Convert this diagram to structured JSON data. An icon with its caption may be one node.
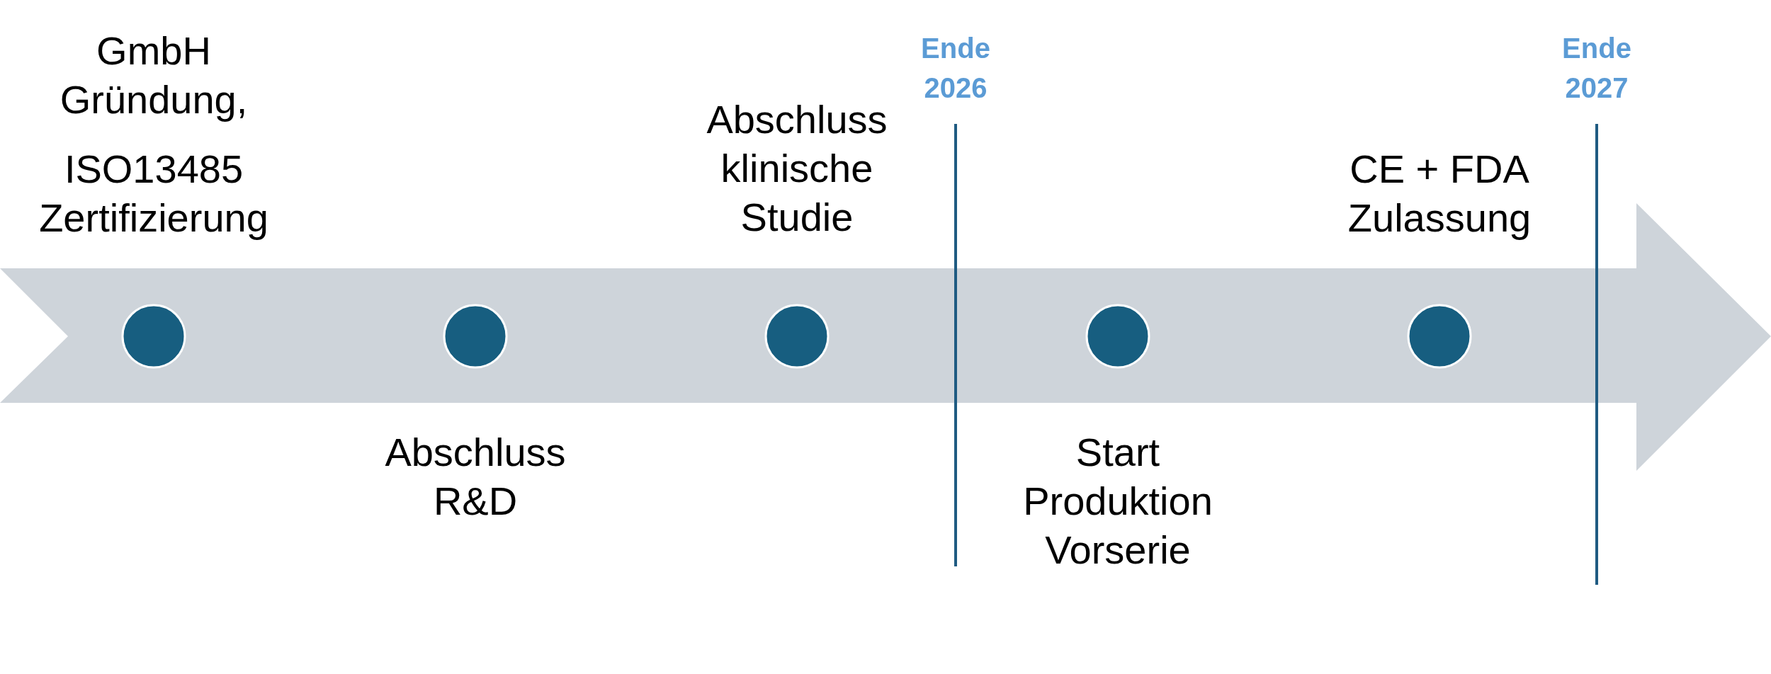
{
  "diagram": {
    "nodes": [
      {
        "text": [],
        "shape": "arrow"
      },
      {
        "text": [],
        "shape": "circle",
        "in": 0
      },
      {
        "text": [],
        "shape": "circle",
        "in": 0
      },
      {
        "text": [],
        "shape": "circle",
        "in": 0
      },
      {
        "text": [],
        "shape": "circle",
        "in": 0
      },
      {
        "text": [],
        "shape": "circle",
        "in": 0
      }
    ],
    "edges": [],
    "labels": [
      "Ende 2026",
      "Ende 2027",
      "GmbH Gründung,",
      "ISO13485 Zertifizierung",
      "Abschluss klinische Studie",
      "CE + FDA Zulassung",
      "Abschluss R&D",
      "Start Produktion Vorserie"
    ]
  }
}
